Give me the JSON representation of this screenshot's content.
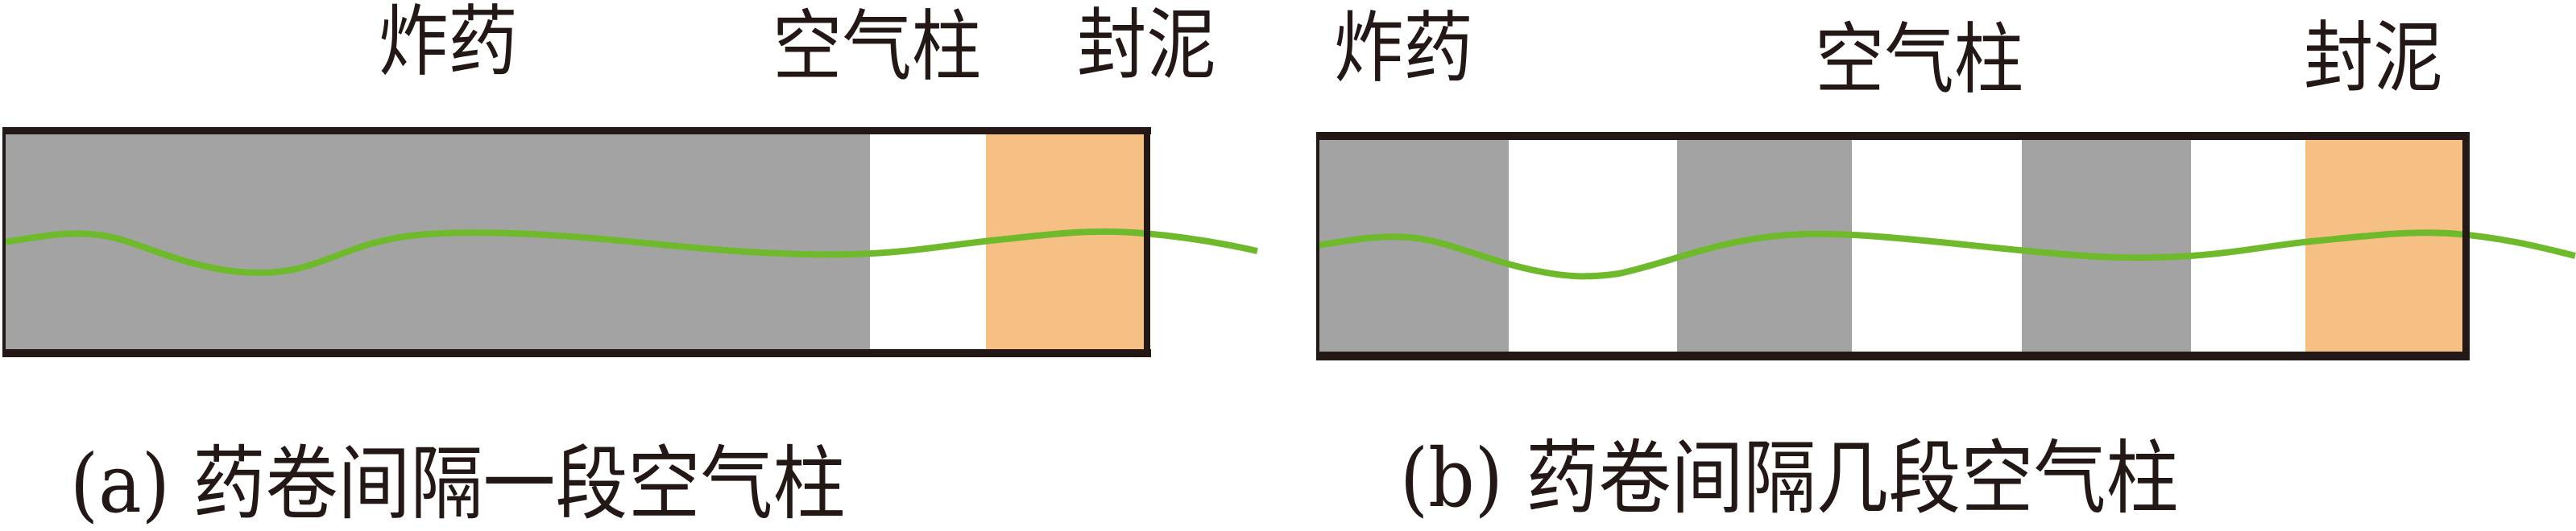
{
  "colors": {
    "explosive": "#a3a3a3",
    "air": "#ffffff",
    "clay": "#f6bf84",
    "fuse": "#6fba2c",
    "border": "#231815"
  },
  "panel_a": {
    "labels": {
      "explosive": "炸药",
      "air_column": "空气柱",
      "stemming": "封泥"
    },
    "caption": "(a) 药卷间隔一段空气柱"
  },
  "panel_b": {
    "labels": {
      "explosive": "炸药",
      "air_column": "空气柱",
      "stemming": "封泥"
    },
    "caption": "(b) 药卷间隔几段空气柱"
  }
}
